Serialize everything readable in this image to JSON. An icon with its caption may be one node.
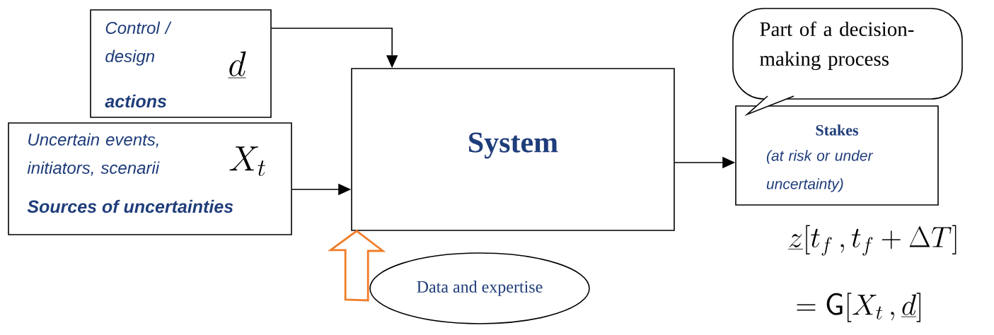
{
  "diagram": {
    "nodes": [
      {
        "text": [
          "Control / design",
          "\\underline{d}",
          "actions"
        ]
      },
      {
        "text": [
          "Uncertain events, initiators, scenarii",
          "X_t",
          "Sources of uncertainties"
        ]
      },
      {
        "text": [
          "System"
        ]
      },
      {
        "text": [
          "Stakes",
          "(at risk or under uncertainty)"
        ]
      },
      {
        "text": [
          "Part of a decision-making process"
        ]
      },
      {
        "text": [
          "Data and expertise"
        ]
      }
    ],
    "edges": [
      {
        "from": 0,
        "to": 2,
        "arrow": "to"
      },
      {
        "from": 1,
        "to": 2,
        "arrow": "to"
      },
      {
        "from": 2,
        "to": 3,
        "arrow": "to"
      },
      {
        "from": 5,
        "to": 2,
        "arrow": "to",
        "style": "thick",
        "color": "#f07d28"
      }
    ],
    "labels": [
      "\\underline{z}[t_f\\,,t_f+\\Delta T]",
      "=\\mathsf{G}[X_t\\,,\\underline{d}]"
    ]
  }
}
